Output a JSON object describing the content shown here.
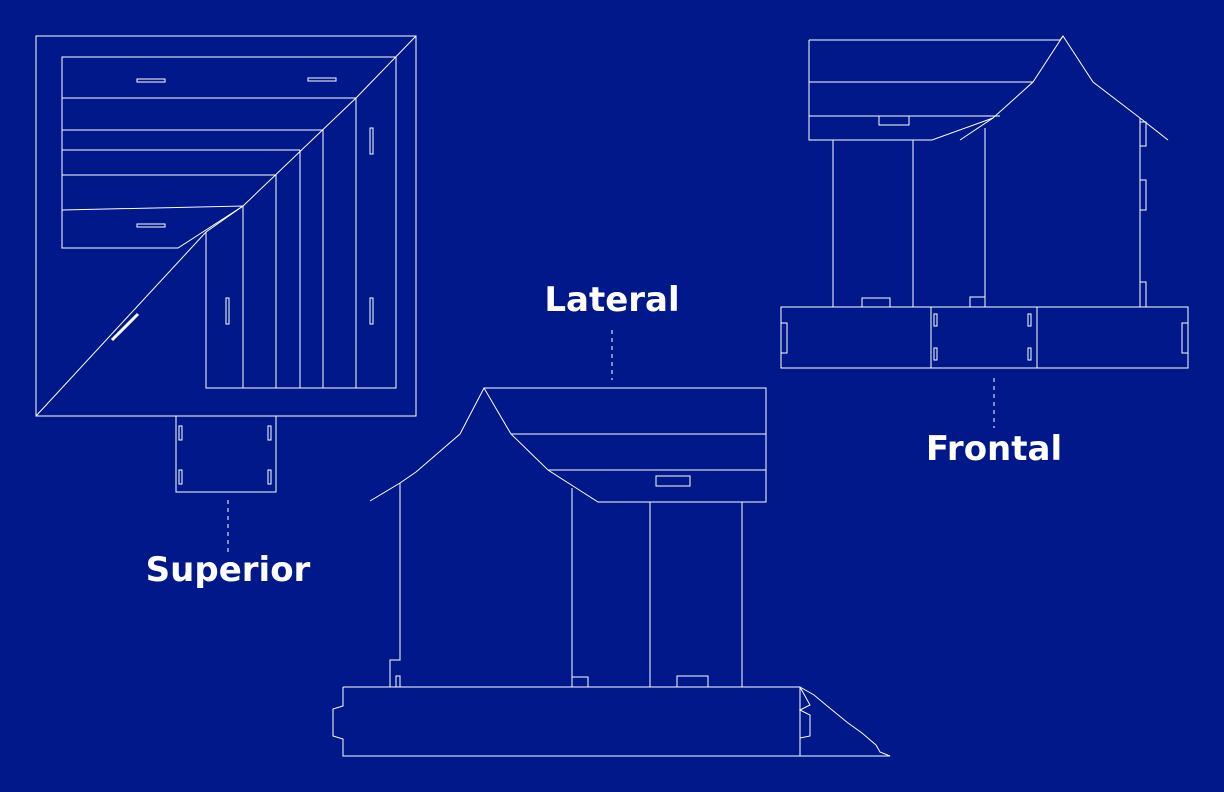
{
  "labels": {
    "superior": "Superior",
    "lateral": "Lateral",
    "frontal": "Frontal"
  },
  "colors": {
    "background": "#00188a",
    "line": "#ffffff"
  }
}
